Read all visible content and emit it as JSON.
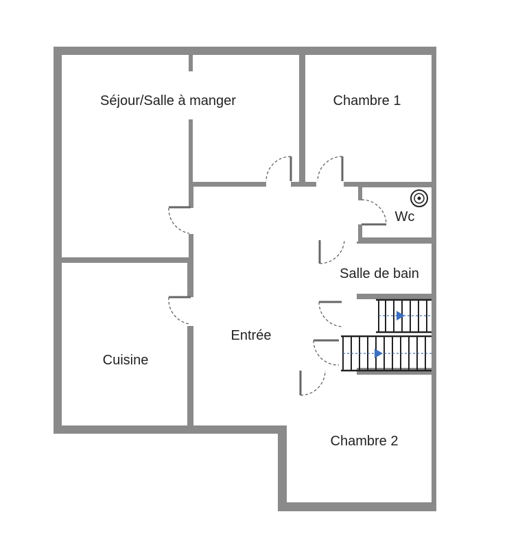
{
  "floor_plan": {
    "rooms": {
      "sejour": "Séjour/Salle à manger",
      "chambre1": "Chambre 1",
      "wc": "Wc",
      "salle_de_bain": "Salle de bain",
      "entree": "Entrée",
      "cuisine": "Cuisine",
      "chambre2": "Chambre 2"
    },
    "colors": {
      "wall": "#8a8a8a",
      "stair_arrow": "#3a6fc4",
      "background": "#ffffff"
    }
  }
}
